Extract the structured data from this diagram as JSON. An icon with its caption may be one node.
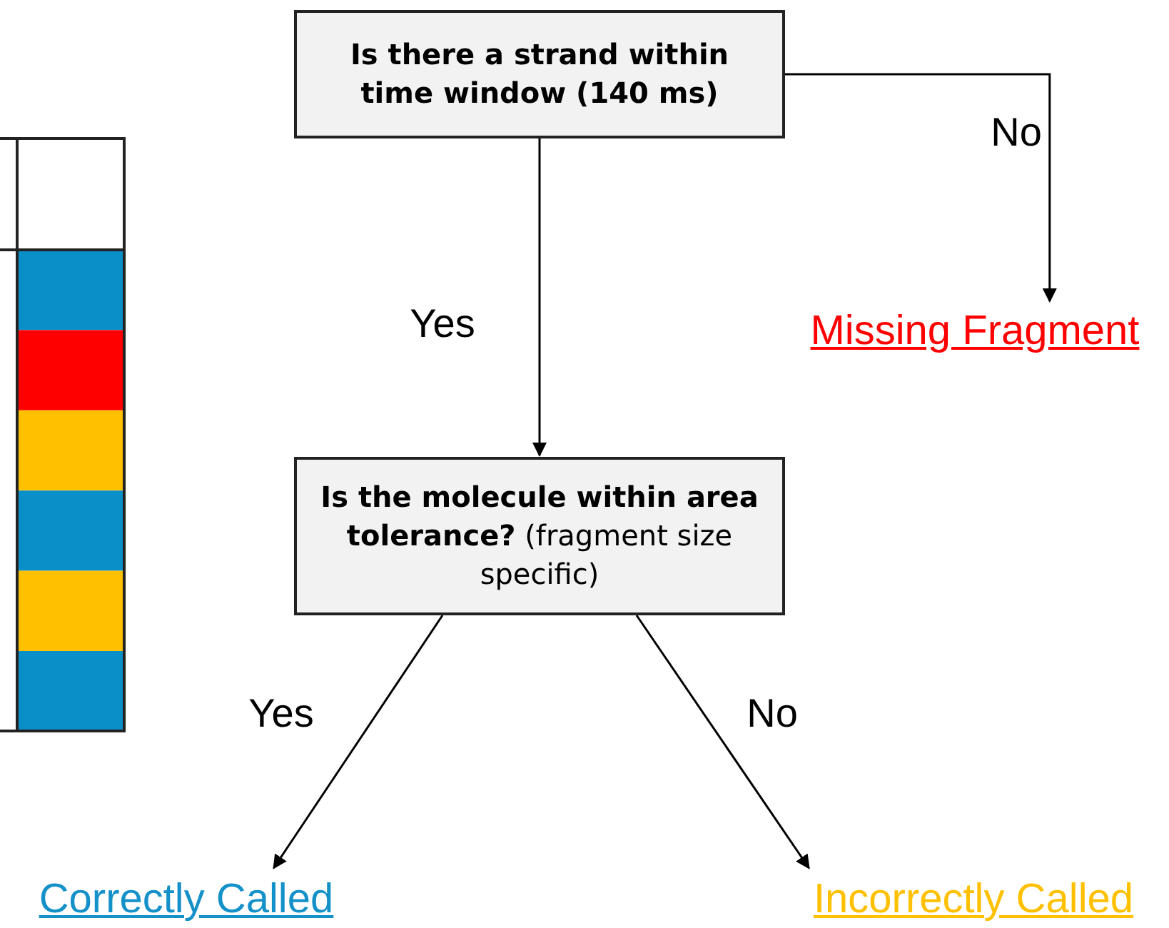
{
  "diagram": {
    "nodes": [
      {
        "text": [
          "Is there a strand within time window (140 ms)"
        ]
      },
      {
        "text": [
          "Missing Fragment"
        ]
      },
      {
        "text": [
          "**Is the molecule within area tolerance?** (fragment size specific)"
        ]
      },
      {
        "text": [
          "Correctly Called"
        ]
      },
      {
        "text": [
          "Incorrectly Called"
        ]
      }
    ],
    "edges": [
      {
        "from": 0,
        "to": 1,
        "arrow": "to",
        "label": "No"
      },
      {
        "from": 0,
        "to": 2,
        "arrow": "to",
        "label": "Yes"
      },
      {
        "from": 2,
        "to": 3,
        "arrow": "to",
        "label": "Yes"
      },
      {
        "from": 2,
        "to": 4,
        "arrow": "to",
        "label": "No"
      }
    ]
  }
}
